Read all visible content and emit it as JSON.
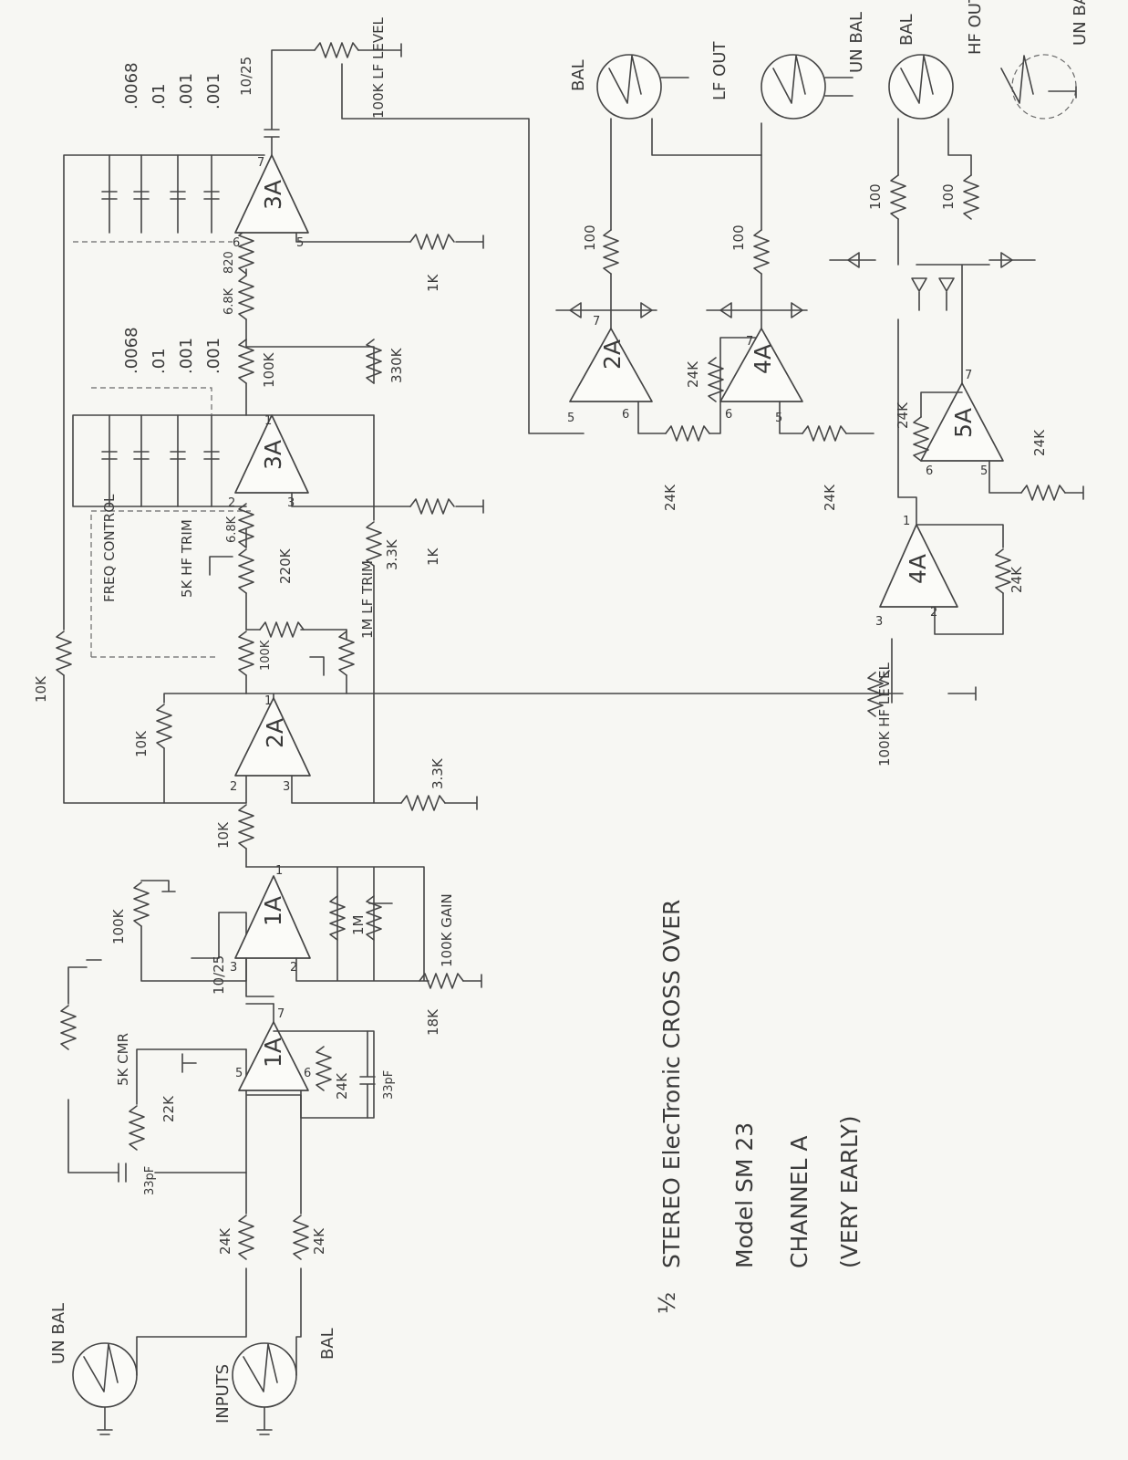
{
  "title": {
    "fraction": "½",
    "line1": "STEREO ElecTronic CROSS OVER",
    "line2": "Model SM 23",
    "line3": "CHANNEL A",
    "line4": "(VERY EARLY)"
  },
  "inputs": {
    "unbal": "UN BAL",
    "inputs": "INPUTS",
    "bal": "BAL"
  },
  "outputs": {
    "bal_lf": "BAL",
    "lf_out": "LF OUT",
    "unbal_lf": "UN BAL",
    "bal_hf": "BAL",
    "hf_out": "HF OUT",
    "unbal_hf": "UN BAL"
  },
  "opamps": {
    "u1a_in": "1A",
    "u1a_gain": "1A",
    "u2a": "2A",
    "u3a_mid": "3A",
    "u3a_top": "3A",
    "u2a_out": "2A",
    "u4a_out": "4A",
    "u5a": "5A",
    "u4a_hf": "4A"
  },
  "pins": {
    "p7": "7",
    "p6": "6",
    "p5": "5",
    "p3": "3",
    "p2": "2",
    "p1": "1"
  },
  "components": {
    "r24k": "24K",
    "c33pf": "33pF",
    "r5k_cmr": "5K CMR",
    "r22k": "22K",
    "c33pf_fb": "33pF",
    "c10_25": "10/25",
    "r100k": "100K",
    "r1m": "1M",
    "pot100k_gain": "100K GAIN",
    "r18k": "18K",
    "r10k": "10K",
    "r3_3k": "3.3K",
    "freq_control": "FREQ CONTROL",
    "r5k_hf_trim": "5K HF TRIM",
    "r220k": "220K",
    "r1m_lf_trim": "1M LF TRIM",
    "r6_8k": "6.8K",
    "r1k": "1K",
    "r330k": "330K",
    "r820": "820",
    "pot100k_lf": "100K LF LEVEL",
    "pot100k_hf": "100K HF LEVEL",
    "r100": "100"
  },
  "cap_values": [
    ".0068",
    ".01",
    ".001",
    ".001"
  ]
}
